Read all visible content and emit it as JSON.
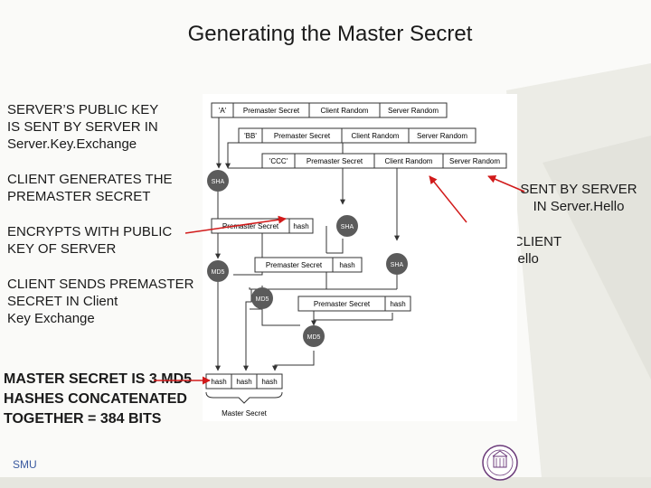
{
  "title": "Generating the Master Secret",
  "left_text": {
    "t1": [
      "SERVER’S PUBLIC KEY",
      "IS SENT BY SERVER IN",
      "Server.Key.Exchange"
    ],
    "t2": [
      "CLIENT GENERATES THE",
      "PREMASTER SECRET"
    ],
    "t3": [
      "ENCRYPTS WITH PUBLIC",
      "KEY OF SERVER"
    ],
    "t4": [
      "CLIENT SENDS PREMASTER",
      "SECRET IN Client",
      "Key Exchange"
    ],
    "t5": [
      "MASTER SECRET IS 3 MD5",
      "HASHES CONCATENATED",
      "TOGETHER = 384 BITS"
    ]
  },
  "right_text": {
    "server": [
      "SENT BY SERVER",
      "IN Server.Hello"
    ],
    "client": [
      "SENT BY CLIENT",
      "IN Client.Hello"
    ]
  },
  "footer": "SMU",
  "diagram": {
    "row_a": [
      "'A'",
      "Premaster Secret",
      "Client Random",
      "Server Random"
    ],
    "row_bb": [
      "'BB'",
      "Premaster Secret",
      "Client Random",
      "Server Random"
    ],
    "row_ccc": [
      "'CCC'",
      "Premaster Secret",
      "Client Random",
      "Server Random"
    ],
    "sha": "SHA",
    "md5": "MD5",
    "pm": "Premaster Secret",
    "hash": "hash",
    "master": "Master Secret"
  },
  "colors": {
    "arrow": "#d11a1a",
    "box": "#ffffff",
    "node": "#5b5b5b"
  }
}
